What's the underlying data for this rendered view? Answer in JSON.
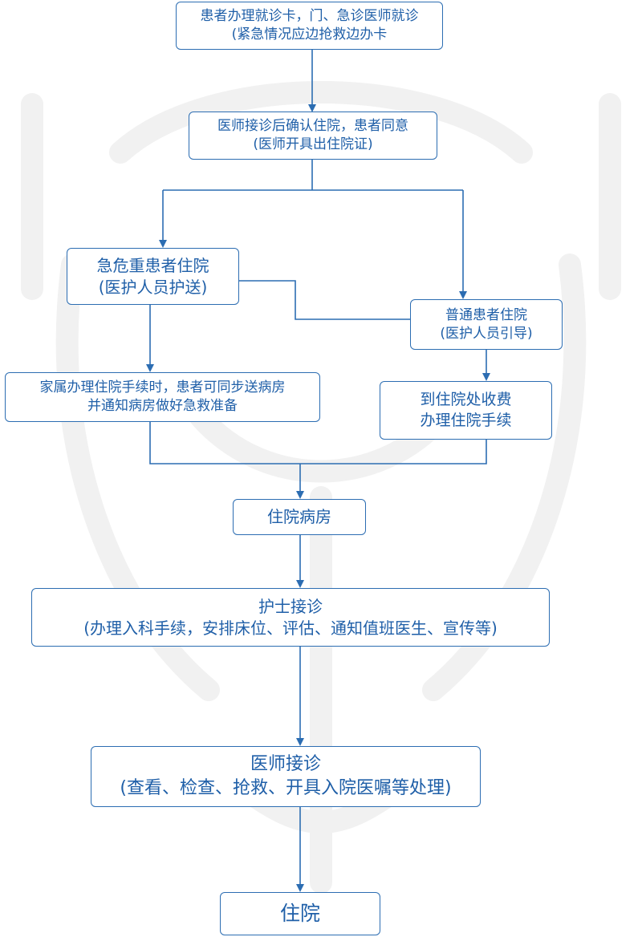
{
  "colors": {
    "line": "#2c6db2",
    "text": "#1f5fa8",
    "watermark": "#f1f1f1"
  },
  "nodes": {
    "visit": {
      "line1": "患者办理就诊卡，门、急诊医师就诊",
      "line2": "(紧急情况应边抢救边办卡"
    },
    "confirm": {
      "line1": "医师接诊后确认住院，患者同意",
      "line2": "(医师开具出住院证)"
    },
    "critical": {
      "line1": "急危重患者住院",
      "line2": "(医护人员护送)"
    },
    "normal": {
      "line1": "普通患者住院",
      "line2": "(医护人员引导)"
    },
    "family": {
      "line1": "家属办理住院手续时，患者可同步送病房",
      "line2": "并通知病房做好急救准备"
    },
    "pay": {
      "line1": "到住院处收费",
      "line2": "办理住院手续"
    },
    "ward": {
      "line1": "住院病房"
    },
    "nurse": {
      "line1": "护士接诊",
      "line2": "(办理入科手续，安排床位、评估、通知值班医生、宣传等)"
    },
    "doctor": {
      "line1": "医师接诊",
      "line2": "(查看、检查、抢救、开具入院医嘱等处理)"
    },
    "admit": {
      "line1": "住院"
    }
  }
}
